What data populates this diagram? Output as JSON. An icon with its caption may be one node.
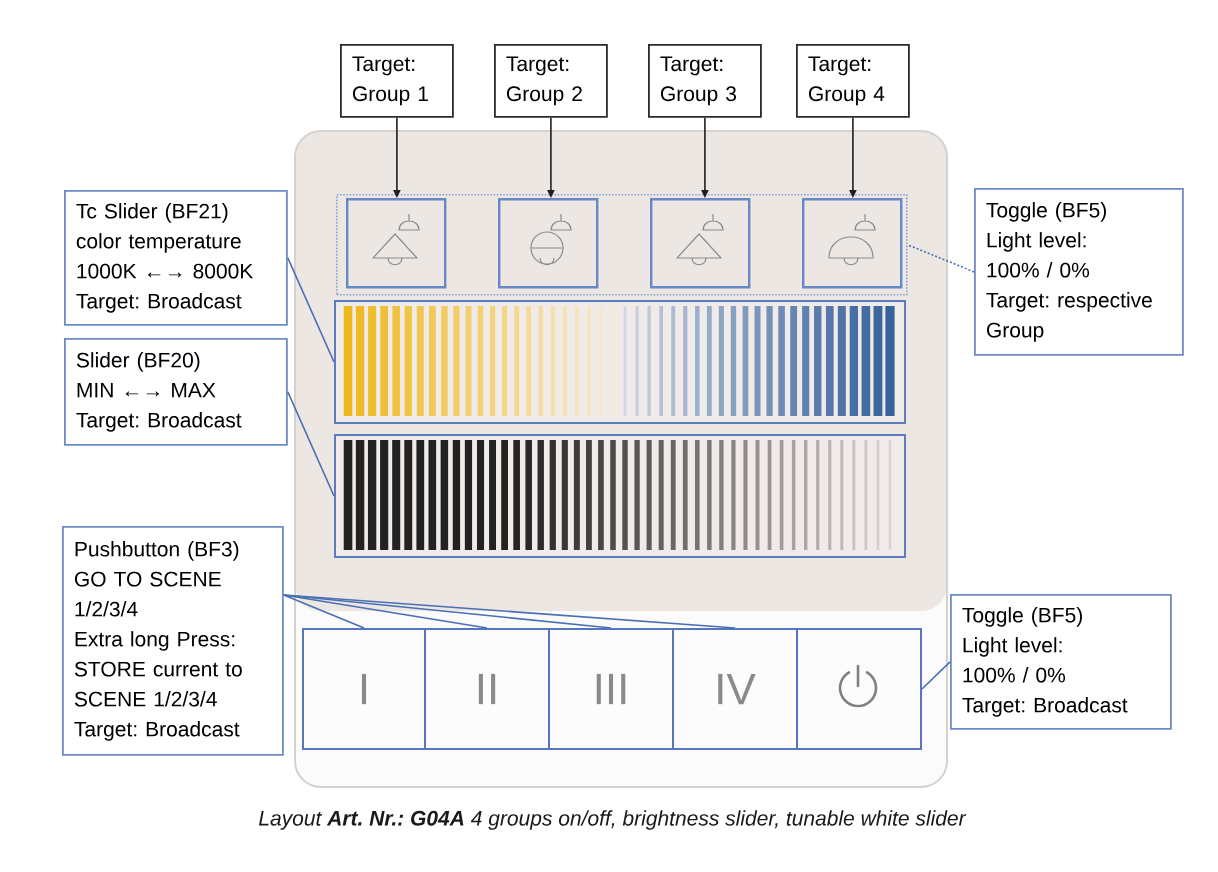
{
  "diagram": {
    "caption": "Layout **Art. Nr.: G04A** 4 groups on/off, brightness slider, tunable white slider",
    "nodes": [
      {
        "text": [
          "Target: Group 1"
        ]
      },
      {
        "text": [
          "Target: Group 2"
        ]
      },
      {
        "text": [
          "Target: Group 3"
        ]
      },
      {
        "text": [
          "Target: Group 4"
        ]
      },
      {
        "text": [
          "Tc Slider (BF21)",
          "color temperature",
          "1000K ←→ 8000K",
          "Target: Broadcast"
        ]
      },
      {
        "text": [
          "Slider (BF20)",
          "MIN ←→ MAX",
          "Target: Broadcast"
        ]
      },
      {
        "text": [
          "Pushbutton (BF3)",
          "GO TO SCENE 1/2/3/4",
          "Extra long Press: STORE current to SCENE 1/2/3/4",
          "Target: Broadcast"
        ]
      },
      {
        "text": [],
        "shape": "box"
      },
      {
        "text": [],
        "shape": "box",
        "in": 7
      },
      {
        "text": [],
        "shape": "box",
        "in": 8
      },
      {
        "text": [],
        "shape": "box",
        "in": 8
      },
      {
        "text": [],
        "shape": "box",
        "in": 8
      },
      {
        "text": [],
        "shape": "box",
        "in": 8
      },
      {
        "text": [],
        "shape": "box",
        "in": 7
      },
      {
        "text": [],
        "shape": "box",
        "in": 7
      },
      {
        "text": [
          "I"
        ],
        "in": 7
      },
      {
        "text": [
          "II"
        ],
        "in": 7
      },
      {
        "text": [
          "III"
        ],
        "in": 7
      },
      {
        "text": [
          "IV"
        ],
        "in": 7
      },
      {
        "text": [],
        "shape": "box",
        "in": 7
      },
      {
        "text": [
          "Toggle (BF5)",
          "Light level:",
          "100% / 0%",
          "Target: respective Group"
        ]
      },
      {
        "text": [
          "Toggle (BF5)",
          "Light level:",
          "100% / 0%",
          "Target: Broadcast"
        ]
      }
    ],
    "edges": [
      {
        "from": 0,
        "to": 9,
        "arrow": "to",
        "color": "#1f1f1f"
      },
      {
        "from": 1,
        "to": 10,
        "arrow": "to",
        "color": "#1f1f1f"
      },
      {
        "from": 2,
        "to": 11,
        "arrow": "to",
        "color": "#1f1f1f"
      },
      {
        "from": 3,
        "to": 12,
        "arrow": "to",
        "color": "#1f1f1f"
      },
      {
        "from": 4,
        "to": 13,
        "arrow": "none"
      },
      {
        "from": 5,
        "to": 14,
        "arrow": "none"
      },
      {
        "from": 6,
        "to": 15,
        "arrow": "none"
      },
      {
        "from": 6,
        "to": 16,
        "arrow": "none"
      },
      {
        "from": 6,
        "to": 17,
        "arrow": "none"
      },
      {
        "from": 6,
        "to": 18,
        "arrow": "none"
      },
      {
        "from": 20,
        "to": 8,
        "arrow": "none",
        "style": "dashed"
      },
      {
        "from": 21,
        "to": 19,
        "arrow": "none"
      }
    ]
  }
}
